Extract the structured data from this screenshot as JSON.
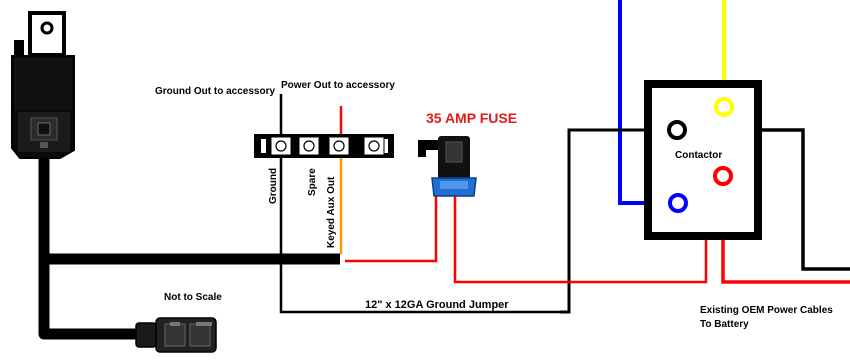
{
  "labels": {
    "ground_out": "Ground Out to accessory",
    "power_out": "Power Out to accessory",
    "fuse": "35 AMP FUSE",
    "contactor": "Contactor",
    "ground": "Ground",
    "spare": "Spare",
    "keyed_aux_out": "Keyed Aux Out",
    "not_to_scale": "Not to Scale",
    "ground_jumper": "12\" x 12GA Ground Jumper",
    "oem_cables": "Existing OEM Power Cables",
    "to_battery": "To Battery"
  },
  "colors": {
    "wire_black": "#000000",
    "wire_red": "#ff0000",
    "wire_blue": "#0000ff",
    "wire_yellow": "#ffff00",
    "wire_orange": "#ff9900",
    "fuse_text": "#e11b1b",
    "fuse_body": "#1f6fd1"
  }
}
